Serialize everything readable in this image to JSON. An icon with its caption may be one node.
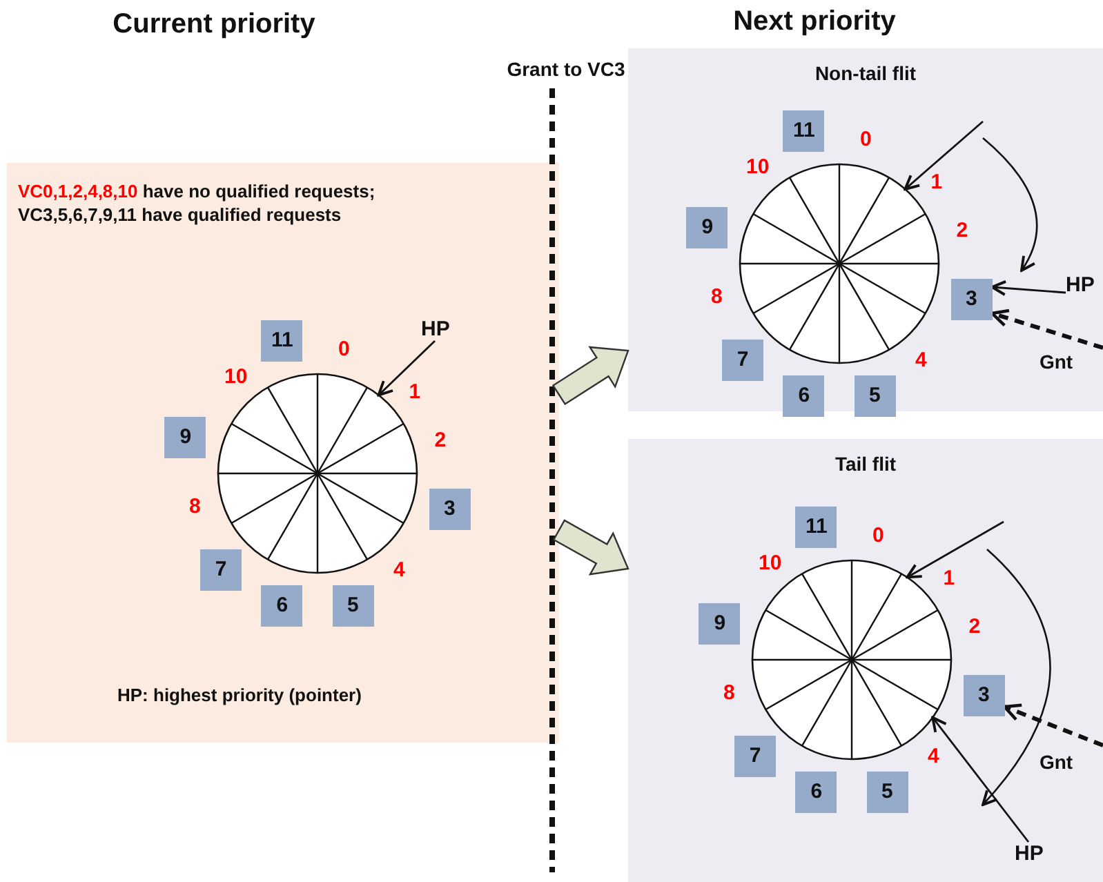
{
  "diagram": {
    "nodes": [
      {
        "text": [
          "VC0,1,2,4,8,10 have no qualified requests; VC3,5,6,7,9,11 have qualified requests",
          "HP: highest priority (pointer)"
        ]
      },
      {
        "text": [],
        "shape": "circle",
        "in": 0
      },
      {
        "text": [
          "11"
        ],
        "in": 0
      },
      {
        "text": [
          "9"
        ],
        "in": 0
      },
      {
        "text": [
          "3"
        ],
        "in": 0
      },
      {
        "text": [
          "7"
        ],
        "in": 0
      },
      {
        "text": [
          "6"
        ],
        "in": 0
      },
      {
        "text": [
          "5"
        ],
        "in": 0
      },
      {
        "text": [
          "HP"
        ],
        "in": 0
      },
      {
        "text": [
          "Non-tail flit"
        ]
      },
      {
        "text": [],
        "shape": "circle",
        "in": 9
      },
      {
        "text": [
          "11"
        ],
        "in": 9
      },
      {
        "text": [
          "9"
        ],
        "in": 9
      },
      {
        "text": [
          "3"
        ],
        "in": 9
      },
      {
        "text": [
          "7"
        ],
        "in": 9
      },
      {
        "text": [
          "6"
        ],
        "in": 9
      },
      {
        "text": [
          "5"
        ],
        "in": 9
      },
      {
        "text": [
          "HP"
        ],
        "in": 9
      },
      {
        "text": [
          "Tail flit"
        ]
      },
      {
        "text": [],
        "shape": "circle",
        "in": 18
      },
      {
        "text": [
          "11"
        ],
        "in": 18
      },
      {
        "text": [
          "9"
        ],
        "in": 18
      },
      {
        "text": [
          "3"
        ],
        "in": 18
      },
      {
        "text": [
          "7"
        ],
        "in": 18
      },
      {
        "text": [
          "6"
        ],
        "in": 18
      },
      {
        "text": [
          "5"
        ],
        "in": 18
      },
      {
        "text": [
          "HP"
        ],
        "in": 18
      }
    ],
    "edges": [
      {
        "from": 8,
        "to": 1,
        "arrow": "to"
      },
      {
        "from": 0,
        "to": 9,
        "arrow": "to",
        "style": "thick",
        "color": "#dfe4cf"
      },
      {
        "from": 0,
        "to": 18,
        "arrow": "to",
        "style": "thick",
        "color": "#dfe4cf"
      },
      {
        "from": null,
        "to": 10,
        "arrow": "to"
      },
      {
        "from": 17,
        "to": 13,
        "arrow": "to"
      },
      {
        "from": null,
        "to": 13,
        "arrow": "to",
        "style": "dashed",
        "label": "Gnt"
      },
      {
        "from": null,
        "to": 19,
        "arrow": "to"
      },
      {
        "from": null,
        "to": 22,
        "arrow": "to",
        "style": "dashed",
        "label": "Gnt"
      },
      {
        "from": 26,
        "to": 19,
        "arrow": "to"
      }
    ],
    "labels": [
      "Current priority",
      "Next priority",
      "Grant to VC3",
      "0",
      "10",
      "1",
      "2",
      "8",
      "4",
      "0",
      "10",
      "1",
      "2",
      "8",
      "4",
      "0",
      "10",
      "1",
      "2",
      "8",
      "4"
    ]
  }
}
